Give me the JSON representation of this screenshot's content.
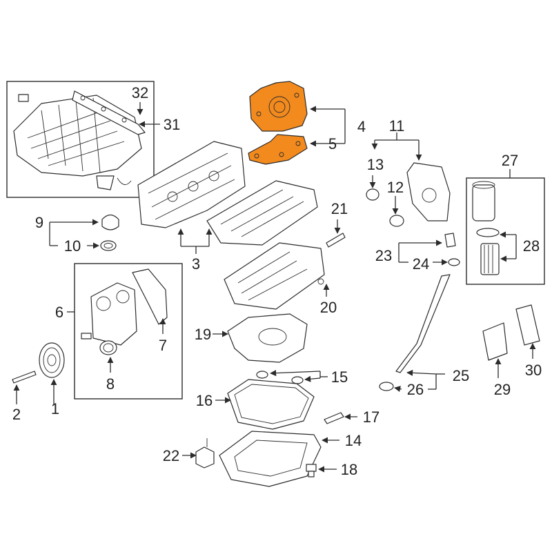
{
  "diagram": {
    "highlight_color": "#f28a1e",
    "callouts": [
      "1",
      "2",
      "3",
      "4",
      "5",
      "6",
      "7",
      "8",
      "9",
      "10",
      "11",
      "12",
      "13",
      "14",
      "15",
      "16",
      "17",
      "18",
      "19",
      "20",
      "21",
      "22",
      "23",
      "24",
      "25",
      "26",
      "27",
      "28",
      "29",
      "30",
      "31",
      "32"
    ]
  }
}
